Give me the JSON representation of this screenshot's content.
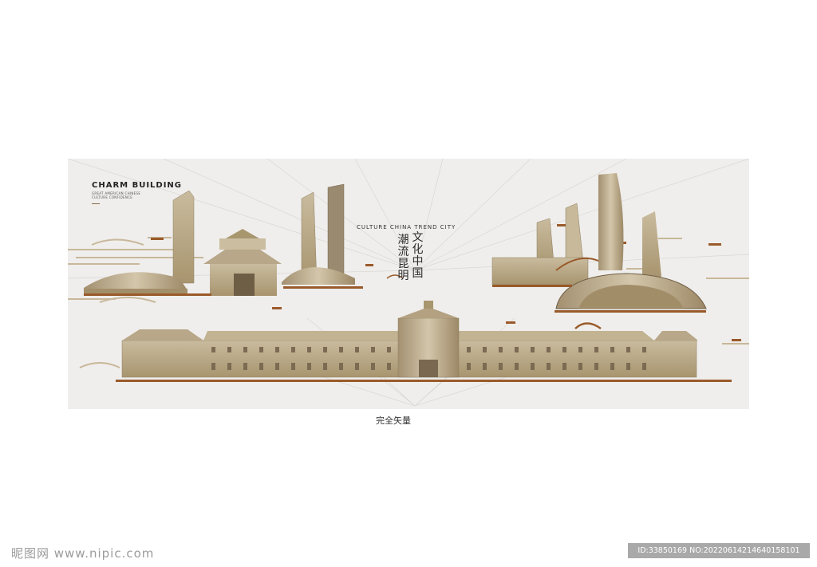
{
  "banner": {
    "brand_title": "CHARM BUILDING",
    "brand_sub_1": "GREAT AMERICAN CHINESE",
    "brand_sub_2": "CULTURE CONFIDENCE",
    "culture_line": "CULTURE CHINA TREND CITY",
    "col_right": [
      "文",
      "化",
      "中",
      "国"
    ],
    "col_left": [
      "潮",
      "流",
      "昆",
      "明"
    ],
    "colors": {
      "background": "#efeeec",
      "gold": "#b9a888",
      "accent": "#9a5a2a",
      "line": "#d8d6d2"
    }
  },
  "caption": "完全矢量",
  "watermark": {
    "logo_text": "昵图网 www.nipic.com",
    "id_text": "ID:33850169 NO:20220614214640158101"
  }
}
